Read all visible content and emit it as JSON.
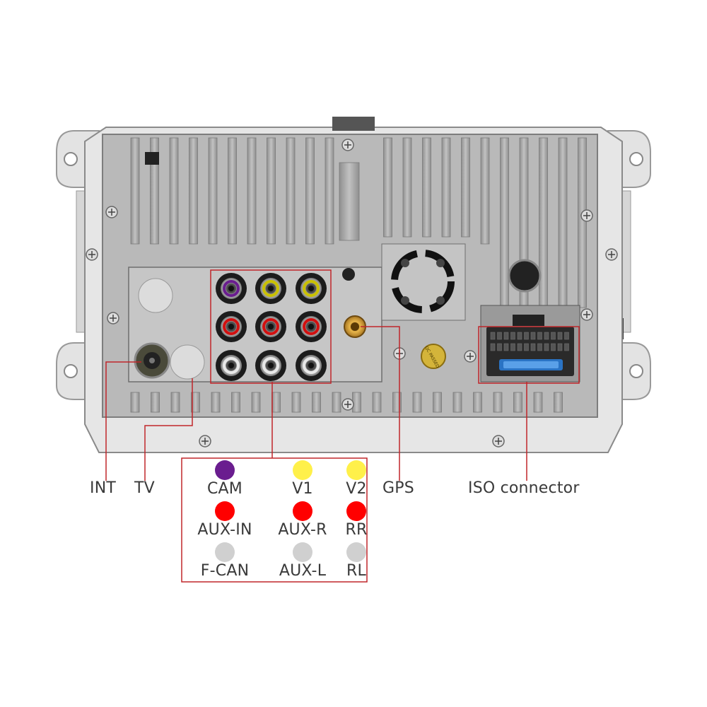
{
  "callouts": {
    "int": "INT",
    "tv": "TV",
    "gps": "GPS",
    "iso": "ISO connector"
  },
  "legend": [
    {
      "label": "CAM",
      "color": "#6a1d8f"
    },
    {
      "label": "V1",
      "color": "#fff04a"
    },
    {
      "label": "V2",
      "color": "#fff04a"
    },
    {
      "label": "AUX-IN",
      "color": "#ff0000"
    },
    {
      "label": "AUX-R",
      "color": "#ff0000"
    },
    {
      "label": "RR",
      "color": "#ff0000"
    },
    {
      "label": "F-CAN",
      "color": "#d0d0d0"
    },
    {
      "label": "AUX-L",
      "color": "#d0d0d0"
    },
    {
      "label": "RL",
      "color": "#d0d0d0"
    }
  ],
  "colors": {
    "callout_line": "#c0262a",
    "panel": "#c9c9c9",
    "panel_dark": "#9b9b9b",
    "metal": "#e6e6e6"
  },
  "rca_jacks": [
    {
      "ring": "#6a1d8f"
    },
    {
      "ring": "#c9c000"
    },
    {
      "ring": "#c9c000"
    },
    {
      "ring": "#d21010"
    },
    {
      "ring": "#d21010"
    },
    {
      "ring": "#d21010"
    },
    {
      "ring": "#e8e8e8"
    },
    {
      "ring": "#e8e8e8"
    },
    {
      "ring": "#e8e8e8"
    }
  ],
  "stamp_text": "QC PASSED"
}
